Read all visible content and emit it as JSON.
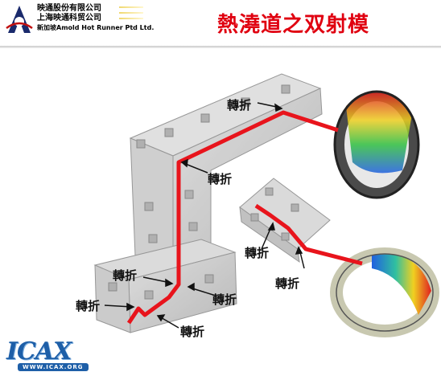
{
  "header": {
    "company_lines": [
      "映通股份有限公司",
      "上海映通科贸公司",
      "新加坡Amold Hot Runner Ptd Ltd."
    ],
    "title": "熱澆道之双射模"
  },
  "diagram": {
    "labels": [
      "轉折",
      "轉折",
      "轉折",
      "轉折",
      "轉折",
      "轉折",
      "轉折",
      "轉折"
    ],
    "runner_color": "#e8141c",
    "block_color": "#b8b8b8"
  },
  "brand": {
    "name": "ICAX",
    "url": "WWW.ICAX.ORG"
  }
}
